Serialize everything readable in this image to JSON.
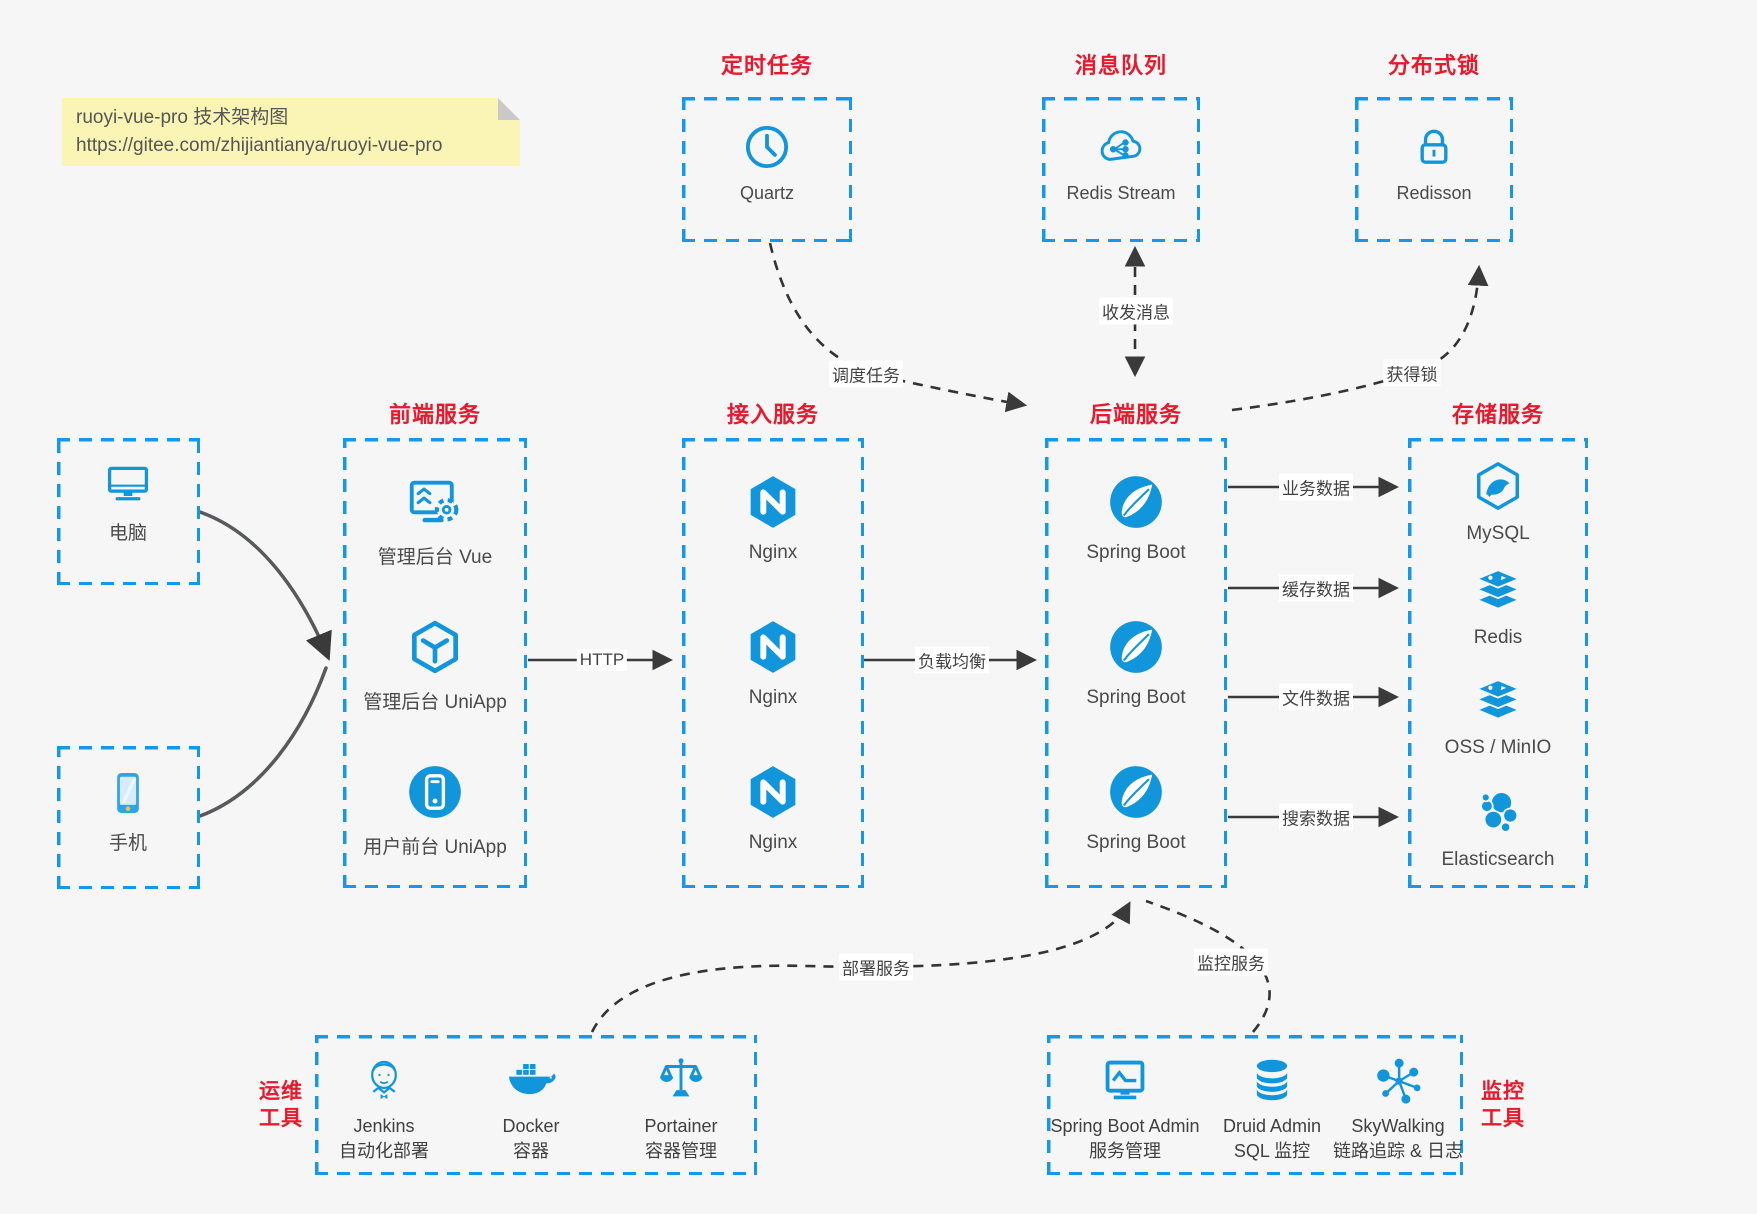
{
  "note": {
    "line1": "ruoyi-vue-pro 技术架构图",
    "line2": "https://gitee.com/zhijiantianya/ruoyi-vue-pro"
  },
  "colors": {
    "icon_blue": "#1296db",
    "border_blue": "#1697ec",
    "title_red": "#e8192d",
    "note_bg": "#fbf5b5",
    "arrow_dark": "#3d3d3d",
    "label_text": "#4a4a4a",
    "background": "#f6f6f6"
  },
  "top_services": [
    {
      "title": "定时任务",
      "label": "Quartz",
      "icon": "clock-icon"
    },
    {
      "title": "消息队列",
      "label": "Redis Stream",
      "icon": "cloud-stream-icon"
    },
    {
      "title": "分布式锁",
      "label": "Redisson",
      "icon": "lock-icon"
    }
  ],
  "clients": [
    {
      "label": "电脑",
      "icon": "desktop-icon"
    },
    {
      "label": "手机",
      "icon": "phone-icon"
    }
  ],
  "columns": [
    {
      "title": "前端服务",
      "items": [
        {
          "label": "管理后台 Vue",
          "icon": "admin-vue-icon"
        },
        {
          "label": "管理后台 UniApp",
          "icon": "uniapp-icon"
        },
        {
          "label": "用户前台 UniApp",
          "icon": "user-app-icon"
        }
      ]
    },
    {
      "title": "接入服务",
      "items": [
        {
          "label": "Nginx",
          "icon": "nginx-icon"
        },
        {
          "label": "Nginx",
          "icon": "nginx-icon"
        },
        {
          "label": "Nginx",
          "icon": "nginx-icon"
        }
      ]
    },
    {
      "title": "后端服务",
      "items": [
        {
          "label": "Spring Boot",
          "icon": "spring-icon"
        },
        {
          "label": "Spring Boot",
          "icon": "spring-icon"
        },
        {
          "label": "Spring Boot",
          "icon": "spring-icon"
        }
      ]
    },
    {
      "title": "存储服务",
      "items": [
        {
          "label": "MySQL",
          "icon": "mysql-icon"
        },
        {
          "label": "Redis",
          "icon": "redis-icon"
        },
        {
          "label": "OSS / MinIO",
          "icon": "oss-icon"
        },
        {
          "label": "Elasticsearch",
          "icon": "elasticsearch-icon"
        }
      ]
    }
  ],
  "tool_groups": [
    {
      "title_line1": "运维",
      "title_line2": "工具",
      "items": [
        {
          "line1": "Jenkins",
          "line2": "自动化部署",
          "icon": "jenkins-icon"
        },
        {
          "line1": "Docker",
          "line2": "容器",
          "icon": "docker-icon"
        },
        {
          "line1": "Portainer",
          "line2": "容器管理",
          "icon": "portainer-icon"
        }
      ]
    },
    {
      "title_line1": "监控",
      "title_line2": "工具",
      "items": [
        {
          "line1": "Spring Boot Admin",
          "line2": "服务管理",
          "icon": "springboot-admin-icon"
        },
        {
          "line1": "Druid Admin",
          "line2": "SQL 监控",
          "icon": "druid-icon"
        },
        {
          "line1": "SkyWalking",
          "line2": "链路追踪 & 日志",
          "icon": "skywalking-icon"
        }
      ]
    }
  ],
  "edge_labels": {
    "http": "HTTP",
    "load_balance": "负载均衡",
    "schedule_task": "调度任务",
    "send_receive": "收发消息",
    "acquire_lock": "获得锁",
    "business_data": "业务数据",
    "cache_data": "缓存数据",
    "file_data": "文件数据",
    "search_data": "搜索数据",
    "deploy_service": "部署服务",
    "monitor_service": "监控服务"
  }
}
